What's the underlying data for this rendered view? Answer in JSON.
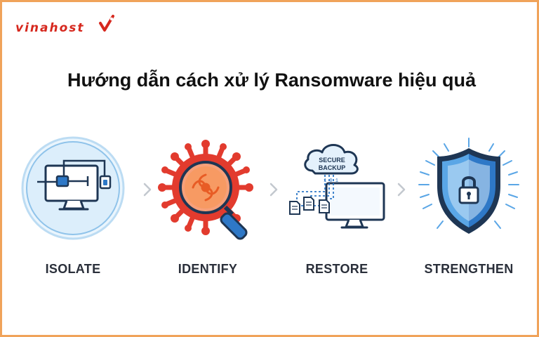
{
  "brand": {
    "name": "vinahost",
    "accent": "#d6281e",
    "border": "#f0a35a"
  },
  "title": "Hướng dẫn cách xử lý Ransomware hiệu quả",
  "steps": [
    {
      "label": "ISOLATE",
      "icon": "isolated-monitor-icon"
    },
    {
      "label": "IDENTIFY",
      "icon": "virus-magnifier-icon"
    },
    {
      "label": "RESTORE",
      "icon": "secure-backup-icon",
      "cloud_line1": "SECURE",
      "cloud_line2": "BACKUP"
    },
    {
      "label": "STRENGTHEN",
      "icon": "shield-lock-icon"
    }
  ],
  "arrows": [
    "chevron-right-icon",
    "chevron-right-icon",
    "chevron-right-icon"
  ],
  "colors": {
    "navy": "#1e3654",
    "blue": "#2e78c7",
    "light_blue": "#cfe6f8",
    "red": "#e23b2e",
    "orange": "#f07a3a"
  }
}
